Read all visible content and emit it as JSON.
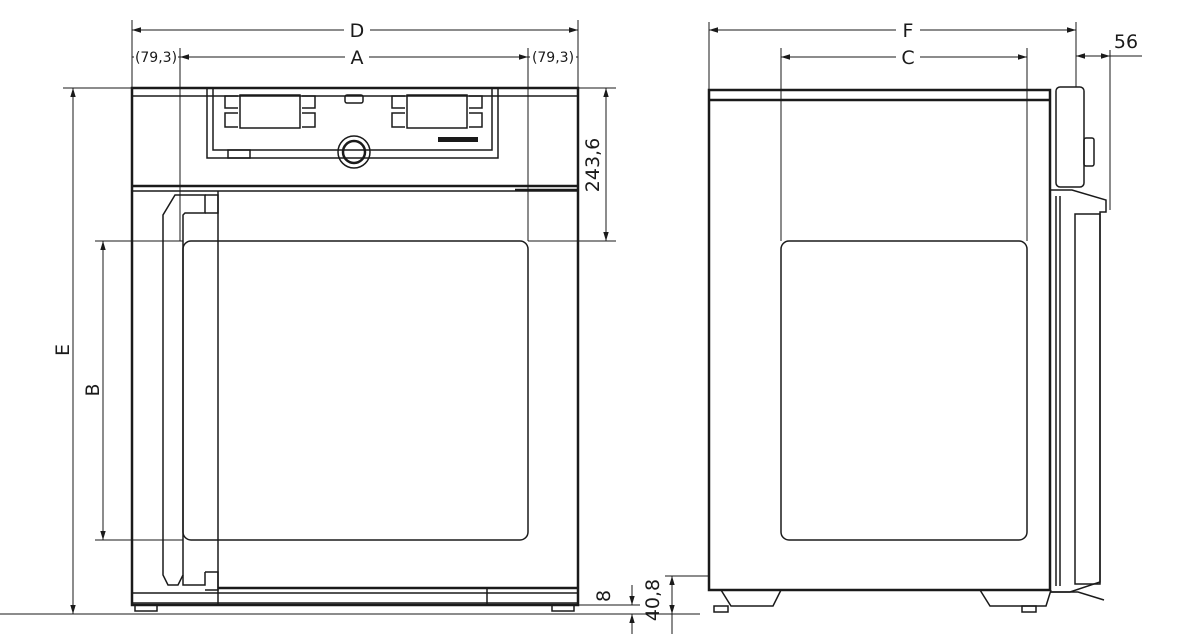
{
  "drawing": {
    "front_view": {
      "dimensions": {
        "overall_width": "D",
        "interior_width": "A",
        "side_offset_left": "(79,3)",
        "side_offset_right": "(79,3)",
        "overall_height": "E",
        "interior_height": "B",
        "top_offset": "243,6",
        "foot_height": "8",
        "bottom_offset": "40,8"
      }
    },
    "side_view": {
      "dimensions": {
        "overall_depth": "F",
        "interior_depth": "C",
        "door_depth": "56"
      }
    },
    "line_color": "#1a1a1a"
  }
}
